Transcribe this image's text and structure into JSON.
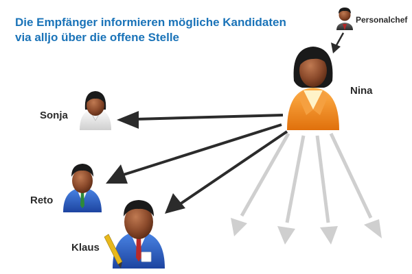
{
  "title": {
    "line1": "Die Empfänger informieren mögliche Kandidaten",
    "line2": "via alljo über die offene Stelle"
  },
  "people": {
    "personalchef": "Personalchef",
    "nina": "Nina",
    "sonja": "Sonja",
    "reto": "Reto",
    "klaus": "Klaus"
  },
  "colors": {
    "title": "#1a73b8",
    "arrow_dark": "#2b2b2b",
    "arrow_light": "#cfcfcf",
    "nina_shirt": "#f28c1c",
    "blue_suit": "#2a5bc0",
    "dark_suit": "#3a3a3a",
    "skin": "#8b4a2b",
    "hair": "#1a1a1a"
  }
}
